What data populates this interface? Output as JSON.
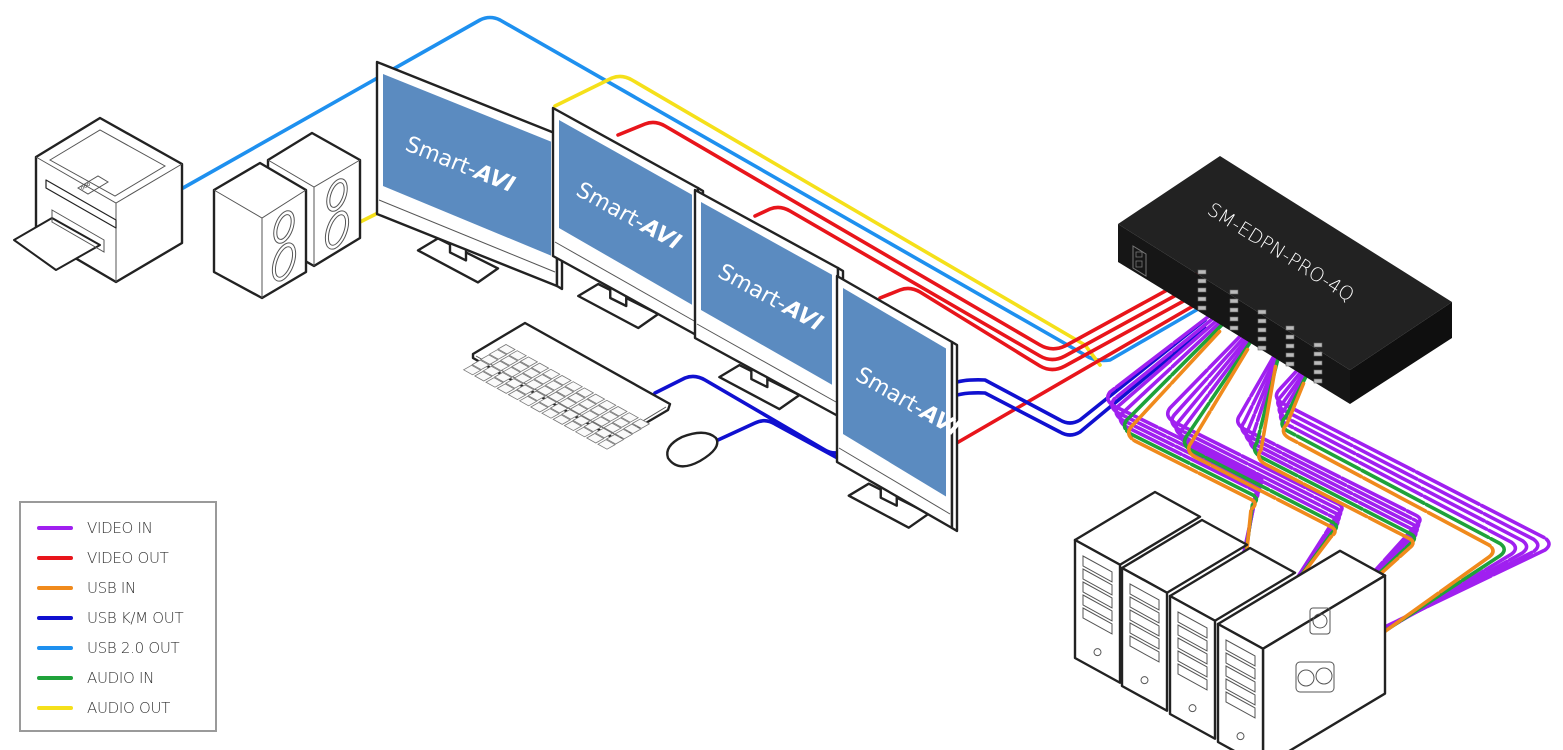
{
  "diagram": {
    "title": "SM-EDPN-PRO-4Q connection diagram",
    "device_label": "SM-EDPN-PRO-4Q",
    "monitor_brand_text": "Smart-",
    "monitor_brand_logo": "AVI",
    "monitor_count": 4,
    "computer_count": 4,
    "peripherals": [
      "printer",
      "speakers",
      "keyboard",
      "mouse"
    ]
  },
  "colors": {
    "video_in": "#a020f0",
    "video_out": "#e8151b",
    "usb_in": "#f08a1c",
    "usb_km_out": "#1010d0",
    "usb_20_out": "#1e90ef",
    "audio_in": "#1fa23a",
    "audio_out": "#f5e01a",
    "screen": "#5b8bc0",
    "device_body": "#1a1a1a"
  },
  "legend": {
    "items": [
      {
        "label": "VIDEO IN",
        "color": "#a020f0"
      },
      {
        "label": "VIDEO OUT",
        "color": "#e8151b"
      },
      {
        "label": "USB IN",
        "color": "#f08a1c"
      },
      {
        "label": "USB K/M OUT",
        "color": "#1010d0"
      },
      {
        "label": "USB 2.0 OUT",
        "color": "#1e90ef"
      },
      {
        "label": "AUDIO IN",
        "color": "#1fa23a"
      },
      {
        "label": "AUDIO OUT",
        "color": "#f5e01a"
      }
    ]
  }
}
